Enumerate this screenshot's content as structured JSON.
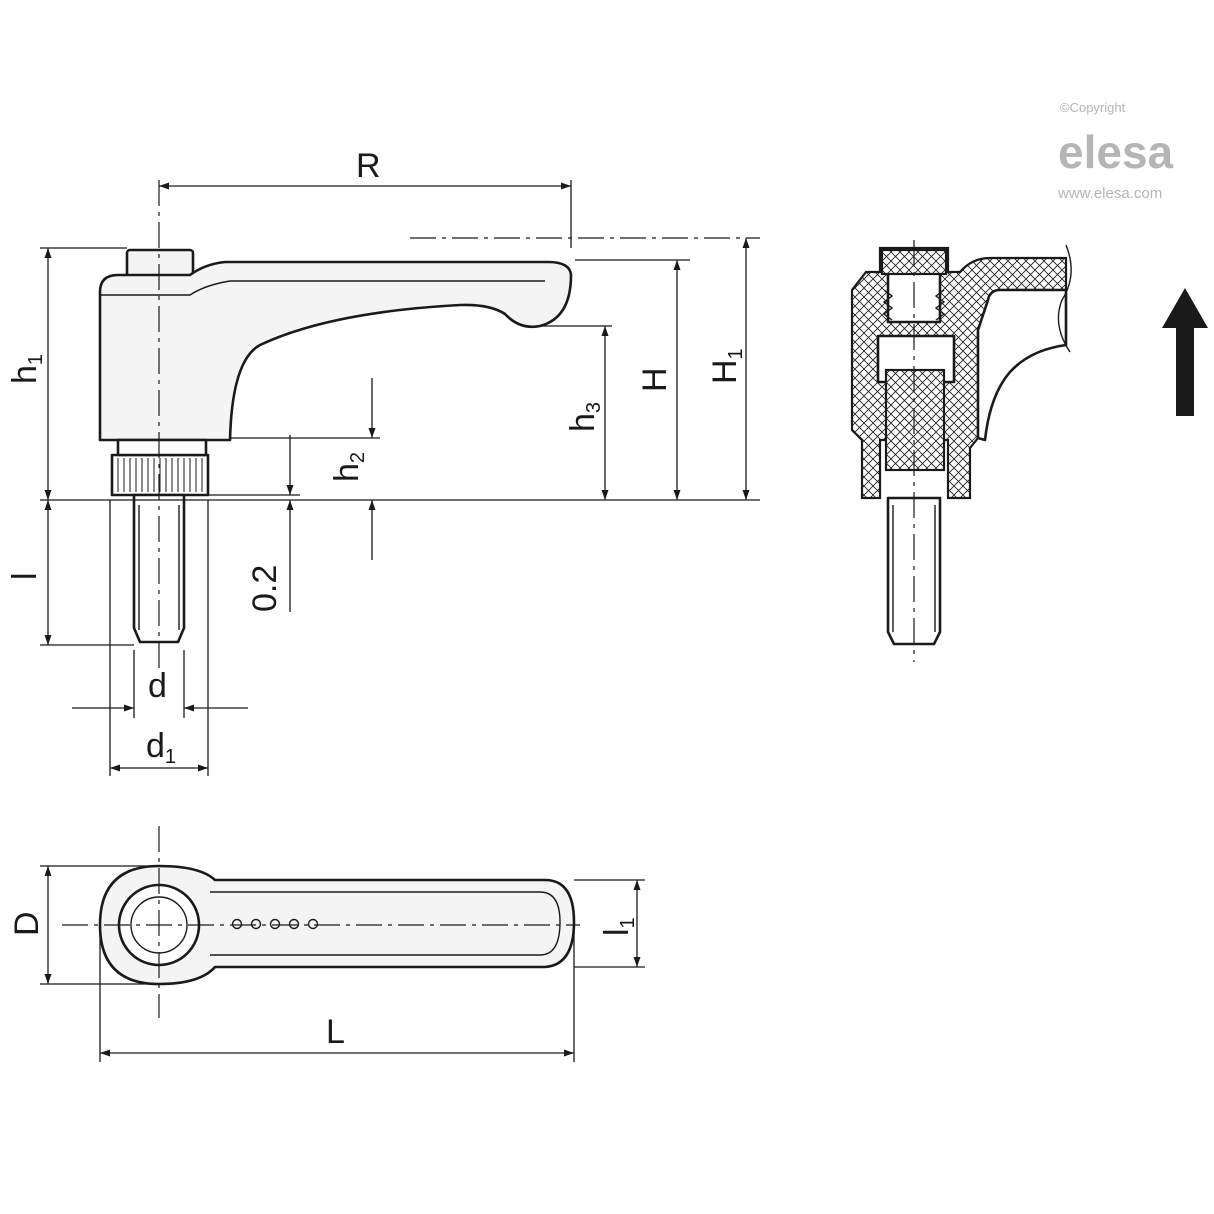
{
  "copyright": {
    "notice": "©Copyright",
    "brand": "elesa",
    "website": "www.elesa.com"
  },
  "dimensions": {
    "R": "R",
    "h1": "h",
    "h1_sub": "1",
    "h2": "h",
    "h2_sub": "2",
    "h3": "h",
    "h3_sub": "3",
    "H": "H",
    "H1": "H",
    "H1_sub": "1",
    "l": "l",
    "gap": "0.2",
    "d": "d",
    "d1": "d",
    "d1_sub": "1",
    "D": "D",
    "L": "L",
    "l1": "l",
    "l1_sub": "1"
  },
  "colors": {
    "line": "#1a1a1a",
    "fill": "#f4f4f4",
    "watermark": "#b5b5b5"
  }
}
